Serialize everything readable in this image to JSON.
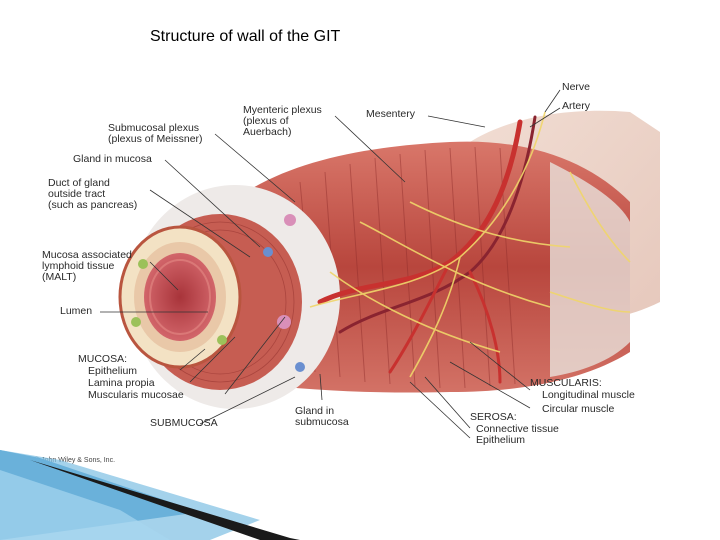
{
  "slide": {
    "title": "Structure of wall of the GIT"
  },
  "figure": {
    "labels": {
      "nerve": "Nerve",
      "artery": "Artery",
      "mesentery": "Mesentery",
      "myenteric": "Myenteric plexus\n(plexus of\nAuerbach)",
      "submucosal_plexus": "Submucosal plexus\n(plexus of Meissner)",
      "gland_mucosa": "Gland in mucosa",
      "duct": "Duct of gland\noutside tract\n(such as pancreas)",
      "malt": "Mucosa associated\nlymphoid tissue\n(MALT)",
      "lumen": "Lumen",
      "mucosa": "MUCOSA:",
      "epithelium": "Epithelium",
      "lamina": "Lamina propia",
      "muscularis_mucosae": "Muscularis mucosae",
      "submucosa": "SUBMUCOSA",
      "gland_submucosa": "Gland in\nsubmucosa",
      "muscularis": "MUSCULARIS:",
      "longitudinal": "Longitudinal muscle",
      "circular": "Circular muscle",
      "serosa": "SEROSA:",
      "connective": "Connective tissue",
      "serosa_epithelium": "Epithelium"
    },
    "copyright": "© John Wiley & Sons, Inc."
  }
}
